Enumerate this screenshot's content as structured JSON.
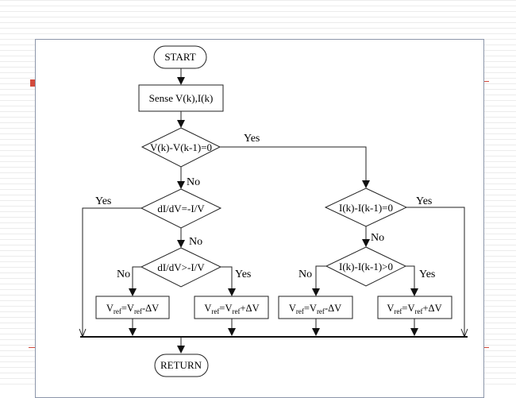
{
  "flowchart": {
    "start": "START",
    "sense": "Sense V(k),I(k)",
    "decision_dv": "V(k)-V(k-1)=0",
    "decision_didv_eq": "dI/dV=-I/V",
    "decision_didv_gt": "dI/dV>-I/V",
    "decision_di_eq": "I(k)-I(k-1)=0",
    "decision_di_gt": "I(k)-I(k-1)>0",
    "return": "RETURN",
    "yes": "Yes",
    "no": "No",
    "vref_symbol": "V",
    "ref_subscript": "ref",
    "op_minus": "-ΔV",
    "op_plus": "+ΔV",
    "equals": "="
  }
}
